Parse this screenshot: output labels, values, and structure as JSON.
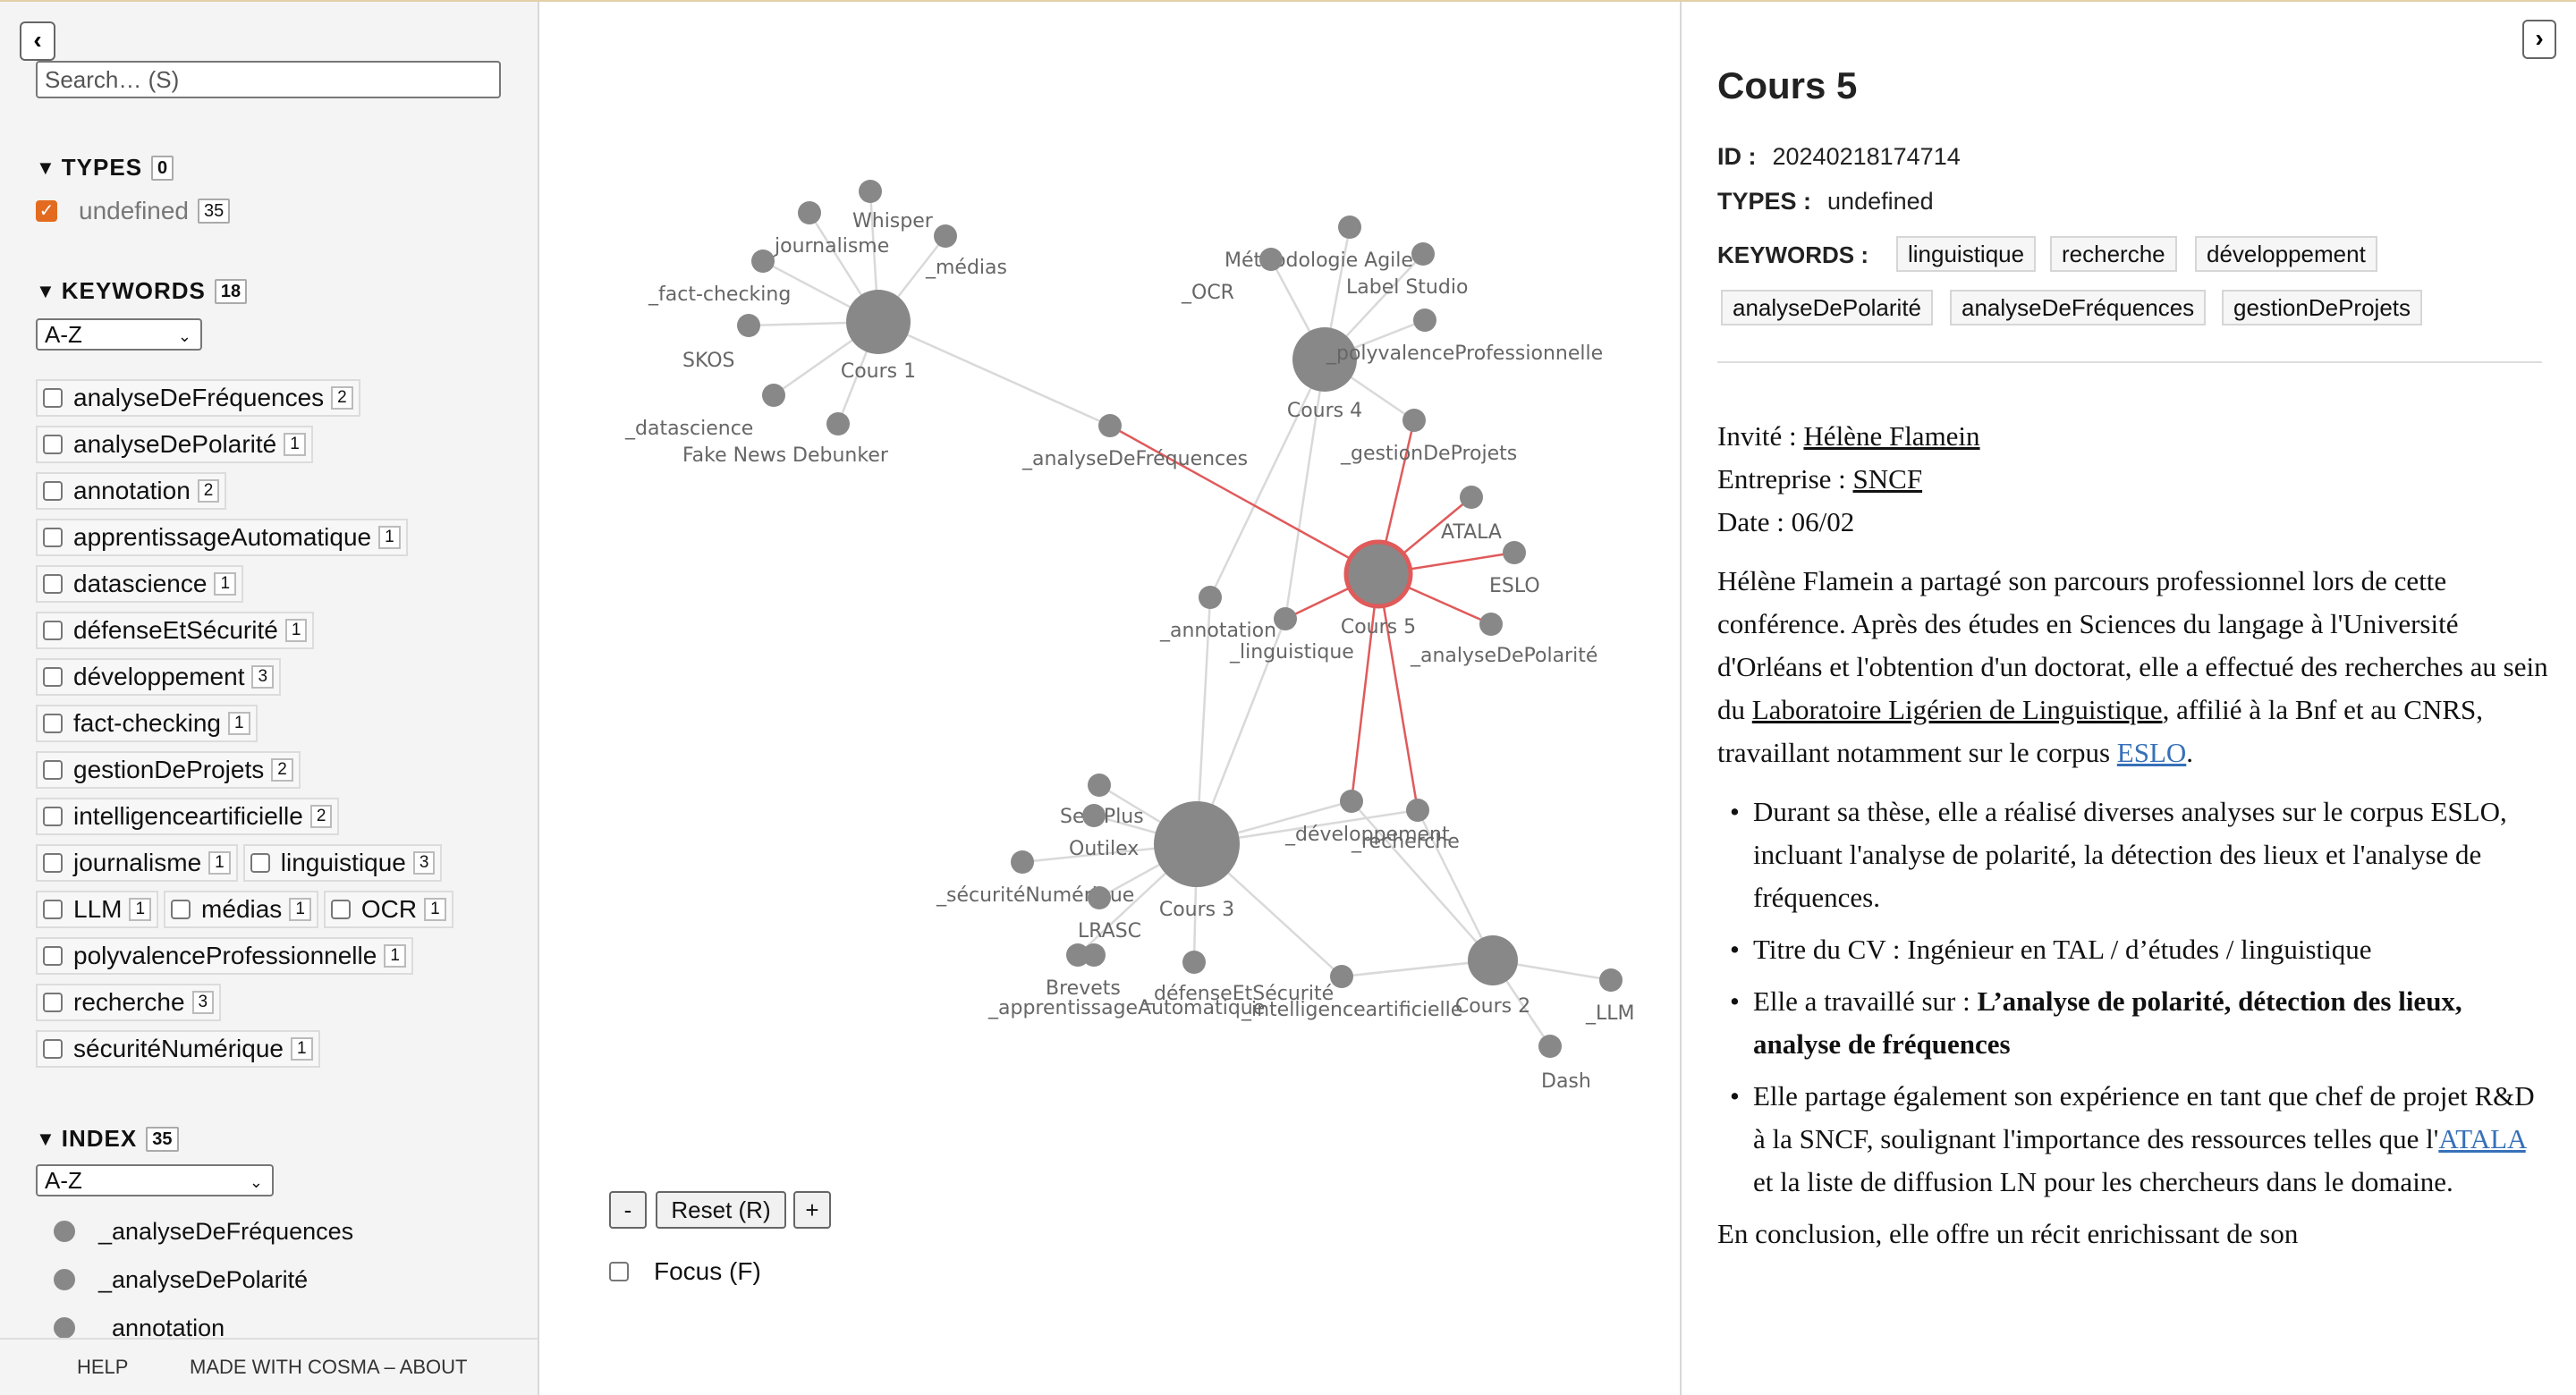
{
  "sidebar": {
    "search_placeholder": "Search… (S)",
    "types": {
      "title": "TYPES",
      "count": "0",
      "items": [
        {
          "label": "undefined",
          "count": "35",
          "checked": true
        }
      ]
    },
    "keywords": {
      "title": "KEYWORDS",
      "count": "18",
      "sort": "A-Z",
      "rows": [
        [
          {
            "label": "analyseDeFréquences",
            "count": "2"
          }
        ],
        [
          {
            "label": "analyseDePolarité",
            "count": "1"
          }
        ],
        [
          {
            "label": "annotation",
            "count": "2"
          }
        ],
        [
          {
            "label": "apprentissageAutomatique",
            "count": "1"
          }
        ],
        [
          {
            "label": "datascience",
            "count": "1"
          }
        ],
        [
          {
            "label": "défenseEtSécurité",
            "count": "1"
          }
        ],
        [
          {
            "label": "développement",
            "count": "3"
          }
        ],
        [
          {
            "label": "fact-checking",
            "count": "1"
          }
        ],
        [
          {
            "label": "gestionDeProjets",
            "count": "2"
          }
        ],
        [
          {
            "label": "intelligenceartificielle",
            "count": "2"
          }
        ],
        [
          {
            "label": "journalisme",
            "count": "1"
          },
          {
            "label": "linguistique",
            "count": "3"
          }
        ],
        [
          {
            "label": "LLM",
            "count": "1"
          },
          {
            "label": "médias",
            "count": "1"
          },
          {
            "label": "OCR",
            "count": "1"
          }
        ],
        [
          {
            "label": "polyvalenceProfessionnelle",
            "count": "1"
          }
        ],
        [
          {
            "label": "recherche",
            "count": "3"
          }
        ],
        [
          {
            "label": "sécuritéNumérique",
            "count": "1"
          }
        ]
      ]
    },
    "index": {
      "title": "INDEX",
      "count": "35",
      "sort": "A-Z",
      "items": [
        "_analyseDeFréquences",
        "_analyseDePolarité",
        "_annotation"
      ]
    },
    "footer": {
      "help": "HELP",
      "about": "MADE WITH COSMA – ABOUT"
    }
  },
  "graph": {
    "nodes": [
      {
        "id": "cours1",
        "label": "Cours 1",
        "size": "large"
      },
      {
        "id": "cours2",
        "label": "Cours 2",
        "size": "medium"
      },
      {
        "id": "cours3",
        "label": "Cours 3",
        "size": "xlarge"
      },
      {
        "id": "cours4",
        "label": "Cours 4",
        "size": "large"
      },
      {
        "id": "cours5",
        "label": "Cours 5",
        "size": "large",
        "selected": true
      },
      {
        "id": "whisper",
        "label": "Whisper"
      },
      {
        "id": "journalisme",
        "label": "_journalisme"
      },
      {
        "id": "medias",
        "label": "_médias"
      },
      {
        "id": "factchecking",
        "label": "_fact-checking"
      },
      {
        "id": "skos",
        "label": "SKOS"
      },
      {
        "id": "datascience",
        "label": "_datascience"
      },
      {
        "id": "fakenews",
        "label": "Fake News Debunker"
      },
      {
        "id": "analysefreq",
        "label": "_analyseDeFréquences"
      },
      {
        "id": "methodo",
        "label": "Méthodologie Agile"
      },
      {
        "id": "ocr",
        "label": "_OCR"
      },
      {
        "id": "labelstudio",
        "label": "Label Studio"
      },
      {
        "id": "polyvalence",
        "label": "_polyvalenceProfessionnelle"
      },
      {
        "id": "gestion",
        "label": "_gestionDeProjets"
      },
      {
        "id": "atala",
        "label": "ATALA"
      },
      {
        "id": "eslo",
        "label": "ESLO"
      },
      {
        "id": "annotation",
        "label": "_annotation"
      },
      {
        "id": "linguistique",
        "label": "_linguistique"
      },
      {
        "id": "polarite",
        "label": "_analyseDePolarité"
      },
      {
        "id": "semplus",
        "label": "SemPlus"
      },
      {
        "id": "outilex",
        "label": "Outilex"
      },
      {
        "id": "securitenum",
        "label": "_sécuritéNumérique"
      },
      {
        "id": "lrasc",
        "label": "LRASC"
      },
      {
        "id": "brevets",
        "label": "Brevets"
      },
      {
        "id": "apprentissage",
        "label": "_apprentissageAutomatique"
      },
      {
        "id": "defense",
        "label": "_défenseEtSécurité"
      },
      {
        "id": "developpement",
        "label": "_développement"
      },
      {
        "id": "recherche",
        "label": "_recherche"
      },
      {
        "id": "ia",
        "label": "_intelligenceartificielle"
      },
      {
        "id": "llm",
        "label": "_LLM"
      },
      {
        "id": "dash",
        "label": "Dash"
      }
    ],
    "edges": [
      [
        "cours1",
        "whisper"
      ],
      [
        "cours1",
        "journalisme"
      ],
      [
        "cours1",
        "medias"
      ],
      [
        "cours1",
        "factchecking"
      ],
      [
        "cours1",
        "skos"
      ],
      [
        "cours1",
        "datascience"
      ],
      [
        "cours1",
        "fakenews"
      ],
      [
        "cours1",
        "analysefreq"
      ],
      [
        "cours4",
        "methodo"
      ],
      [
        "cours4",
        "ocr"
      ],
      [
        "cours4",
        "labelstudio"
      ],
      [
        "cours4",
        "polyvalence"
      ],
      [
        "cours4",
        "gestion"
      ],
      [
        "cours4",
        "annotation"
      ],
      [
        "cours4",
        "linguistique"
      ],
      [
        "cours5",
        "analysefreq"
      ],
      [
        "cours5",
        "gestion"
      ],
      [
        "cours5",
        "atala"
      ],
      [
        "cours5",
        "eslo"
      ],
      [
        "cours5",
        "linguistique"
      ],
      [
        "cours5",
        "polarite"
      ],
      [
        "cours5",
        "developpement"
      ],
      [
        "cours5",
        "recherche"
      ],
      [
        "cours3",
        "semplus"
      ],
      [
        "cours3",
        "outilex"
      ],
      [
        "cours3",
        "securitenum"
      ],
      [
        "cours3",
        "lrasc"
      ],
      [
        "cours3",
        "brevets"
      ],
      [
        "cours3",
        "defense"
      ],
      [
        "cours3",
        "developpement"
      ],
      [
        "cours3",
        "recherche"
      ],
      [
        "cours3",
        "ia"
      ],
      [
        "cours3",
        "annotation"
      ],
      [
        "cours3",
        "linguistique"
      ],
      [
        "cours2",
        "developpement"
      ],
      [
        "cours2",
        "recherche"
      ],
      [
        "cours2",
        "ia"
      ],
      [
        "cours2",
        "llm"
      ],
      [
        "cours2",
        "dash"
      ]
    ],
    "controls": {
      "zoom_out": "-",
      "reset": "Reset (R)",
      "zoom_in": "+",
      "focus": "Focus (F)"
    },
    "colors": {
      "node": "#888888",
      "edge": "#d9d9d9",
      "selected_stroke": "#e05a5a",
      "selected_edge": "#e05a5a"
    }
  },
  "record": {
    "title": "Cours 5",
    "id_label": "ID :",
    "id_value": "20240218174714",
    "types_label": "TYPES :",
    "types_value": "undefined",
    "keywords_label": "KEYWORDS :",
    "keywords": [
      "linguistique",
      "recherche",
      "développement",
      "analyseDePolarité",
      "analyseDeFréquences",
      "gestionDeProjets"
    ],
    "invite_label": "Invité : ",
    "invite": "Hélène Flamein",
    "entreprise_label": "Entreprise : ",
    "entreprise": "SNCF",
    "date": "Date : 06/02",
    "para1_a": "Hélène Flamein a partagé son parcours professionnel lors de cette conférence. Après des études en Sciences du langage à l'Université d'Orléans et l'obtention d'un doctorat, elle a effectué des recherches au sein du ",
    "para1_link": "Laboratoire Ligérien de Linguistique",
    "para1_b": ", affilié à la Bnf et au CNRS, travaillant notamment sur le corpus ",
    "para1_eslo": "ESLO",
    "para1_c": ".",
    "bullet1": "Durant sa thèse, elle a réalisé diverses analyses sur le corpus ESLO, incluant l'analyse de polarité, la détection des lieux et l'analyse de fréquences.",
    "bullet2": "Titre du CV : Ingénieur en TAL / d’études / linguistique",
    "bullet3_a": "Elle a travaillé sur : ",
    "bullet3_b": "L’analyse de polarité, détection des lieux, analyse de fréquences",
    "bullet4_a": "Elle partage également son expérience en tant que chef de projet R&D à la SNCF, soulignant l'importance des ressources telles que l'",
    "bullet4_link": "ATALA",
    "bullet4_b": " et la liste de diffusion LN pour les chercheurs dans le domaine.",
    "conclusion": "En conclusion, elle offre un récit enrichissant de son"
  }
}
